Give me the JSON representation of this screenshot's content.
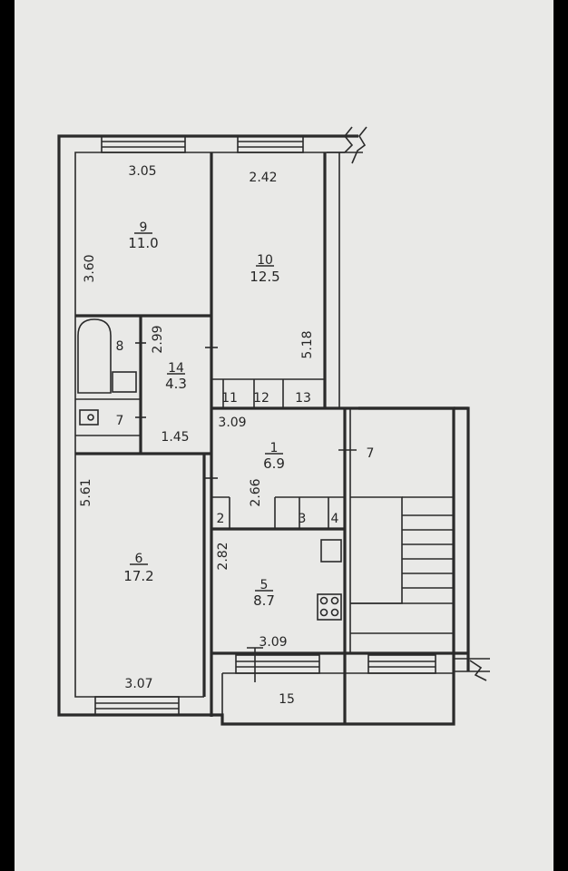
{
  "rooms": {
    "r9": {
      "number": "9",
      "area": "11.0"
    },
    "r10": {
      "number": "10",
      "area": "12.5"
    },
    "r14": {
      "number": "14",
      "area": "4.3"
    },
    "r1": {
      "number": "1",
      "area": "6.9"
    },
    "r6": {
      "number": "6",
      "area": "17.2"
    },
    "r5": {
      "number": "5",
      "area": "8.7"
    },
    "r8": {
      "number": "8"
    },
    "r7a": {
      "number": "7"
    },
    "r7b": {
      "number": "7"
    },
    "r11": {
      "number": "11"
    },
    "r12": {
      "number": "12"
    },
    "r13": {
      "number": "13"
    },
    "r2": {
      "number": "2"
    },
    "r3": {
      "number": "3"
    },
    "r4": {
      "number": "4"
    },
    "r15": {
      "number": "15"
    }
  },
  "dimensions": {
    "d_3_05": "3.05",
    "d_2_42": "2.42",
    "d_3_60": "3.60",
    "d_5_18": "5.18",
    "d_2_99": "2.99",
    "d_1_45": "1.45",
    "d_3_09_top": "3.09",
    "d_2_66": "2.66",
    "d_5_61": "5.61",
    "d_2_82": "2.82",
    "d_3_09_bottom": "3.09",
    "d_3_07": "3.07"
  },
  "colors": {
    "paper": "#e9e9e7",
    "ink": "#2a2a2a",
    "frame": "#000000"
  }
}
